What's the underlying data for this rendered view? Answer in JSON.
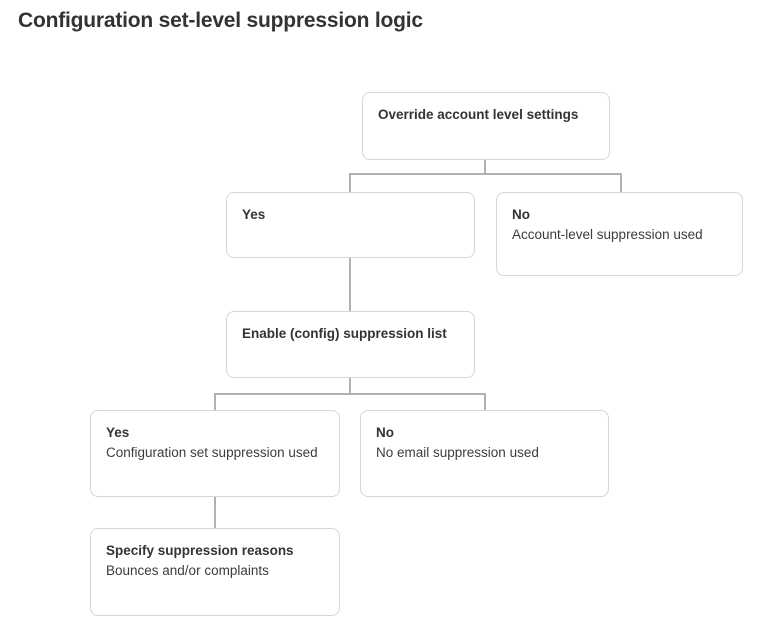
{
  "page": {
    "title": "Configuration set-level suppression logic"
  },
  "colors": {
    "background": "#ffffff",
    "box_fill": "#ffffff",
    "box_border": "#d6d6d6",
    "connector": "#b1b1b1",
    "title_text": "#333333",
    "heading_text": "#333333",
    "body_text": "#3c3c3c"
  },
  "flowchart": {
    "type": "decision-tree",
    "nodes": {
      "override": {
        "heading": "Override account level settings"
      },
      "yes_override": {
        "heading": "Yes"
      },
      "no_override": {
        "heading": "No",
        "body": "Account-level suppression used"
      },
      "enable_config": {
        "heading": "Enable (config) suppression list"
      },
      "yes_enable": {
        "heading": "Yes",
        "body": "Configuration set suppression used"
      },
      "no_enable": {
        "heading": "No",
        "body": "No email suppression used"
      },
      "specify_reasons": {
        "heading": "Specify suppression reasons",
        "body": "Bounces and/or complaints"
      }
    },
    "edges": [
      {
        "from": "override",
        "to": "yes_override"
      },
      {
        "from": "override",
        "to": "no_override"
      },
      {
        "from": "yes_override",
        "to": "enable_config"
      },
      {
        "from": "enable_config",
        "to": "yes_enable"
      },
      {
        "from": "enable_config",
        "to": "no_enable"
      },
      {
        "from": "yes_enable",
        "to": "specify_reasons"
      }
    ]
  }
}
